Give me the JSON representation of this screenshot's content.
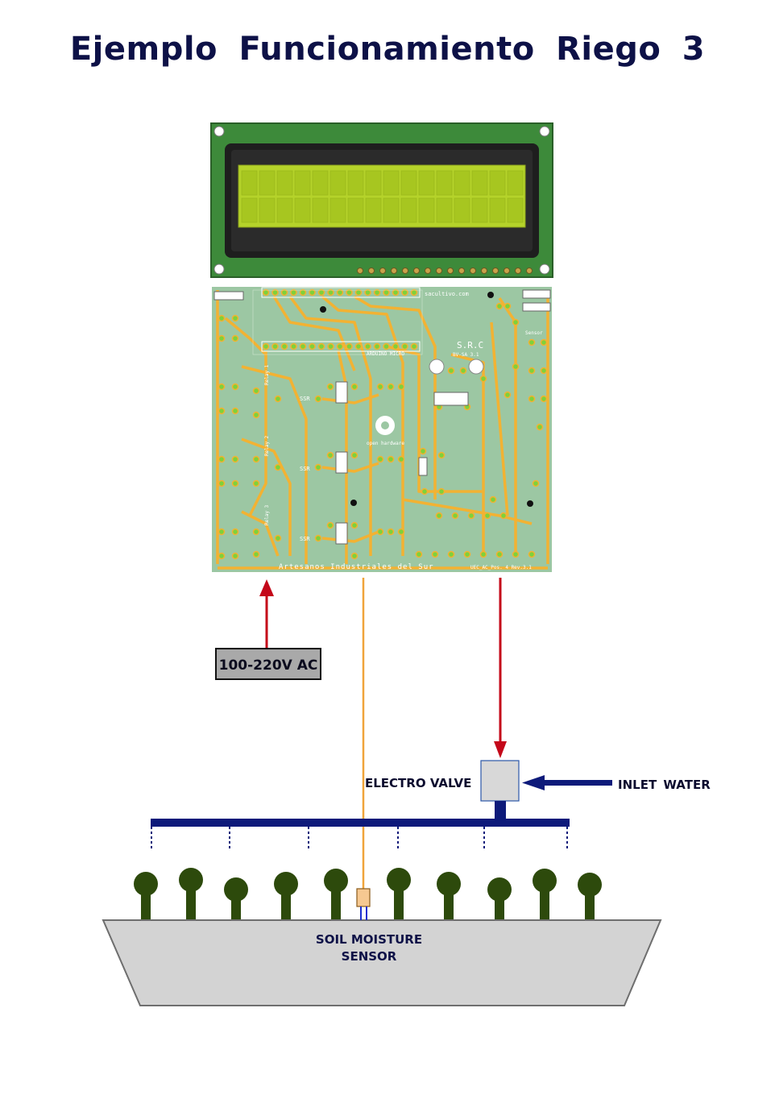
{
  "title": "Ejemplo Funcionamiento Riego 3",
  "labels": {
    "power": "100-220V AC",
    "valve": "ELECTRO VALVE",
    "inlet": "INLET WATER",
    "sensor_line1": "SOIL MOISTURE",
    "sensor_line2": "SENSOR"
  },
  "pcb": {
    "top_url": "sacultivo.com",
    "logo": "S.R.C",
    "version": "BV-SA 3.1",
    "board_name": "ARDUINO MICRO",
    "open_hw": "open hardware",
    "footer": "Artesanos Industriales del Sur",
    "footer_right": "UEC_AC_Pos. 4 Rev.3.1",
    "relay1": "Relay 1",
    "relay2": "Relay 2",
    "relay3": "Relay 3",
    "ssr": "SSR",
    "sensor_label": "Sensor"
  },
  "colors": {
    "title": "#0d1147",
    "pipe": "#0d1a7a",
    "arrow_red": "#c4081a",
    "sensor_wire": "#f0a43a",
    "plant": "#2d4a0c",
    "soil": "#d3d3d3",
    "pcb": "#9cc7a3",
    "trace": "#f2b233",
    "lcd_board": "#3d8a3a",
    "lcd_screen": "#b5d32a"
  },
  "icons": {
    "lcd": "lcd-display-icon",
    "pcb": "controller-board-icon",
    "valve": "electro-valve-icon",
    "plant": "plant-icon",
    "sensor": "moisture-sensor-icon"
  }
}
